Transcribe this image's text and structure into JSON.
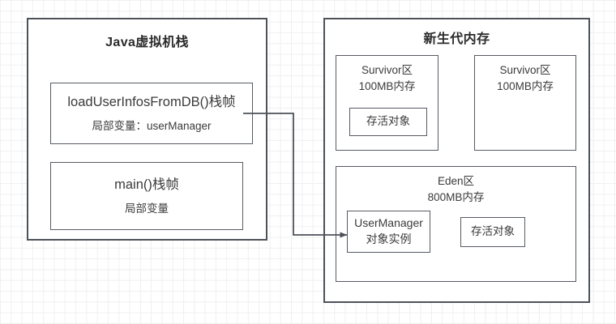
{
  "diagram": {
    "title_left": "Java虚拟机栈",
    "title_right": "新生代内存",
    "stack_frames": [
      {
        "name": "load-user-infos-frame",
        "line1": "loadUserInfosFromDB()栈帧",
        "line2": "局部变量：userManager"
      },
      {
        "name": "main-frame",
        "line1": "main()栈帧",
        "line2": "局部变量"
      }
    ],
    "survivor_left": {
      "label": "Survivor区\n100MB内存",
      "object_label": "存活对象"
    },
    "survivor_right": {
      "label": "Survivor区\n100MB内存"
    },
    "eden": {
      "label": "Eden区\n800MB内存",
      "user_manager_line1": "UserManager",
      "user_manager_line2": "对象实例",
      "live_object_label": "存活对象"
    },
    "connector": {
      "name": "reference-arrow",
      "description": "userManager 局部变量指向 Eden 区的 UserManager 对象实例"
    },
    "colors": {
      "panel_border": "#4d5259",
      "box_border": "#565b63",
      "text": "#3a3a3a",
      "title_text": "#2b2b2b",
      "background": "#ffffff",
      "grid": "#f0f0f0"
    }
  }
}
